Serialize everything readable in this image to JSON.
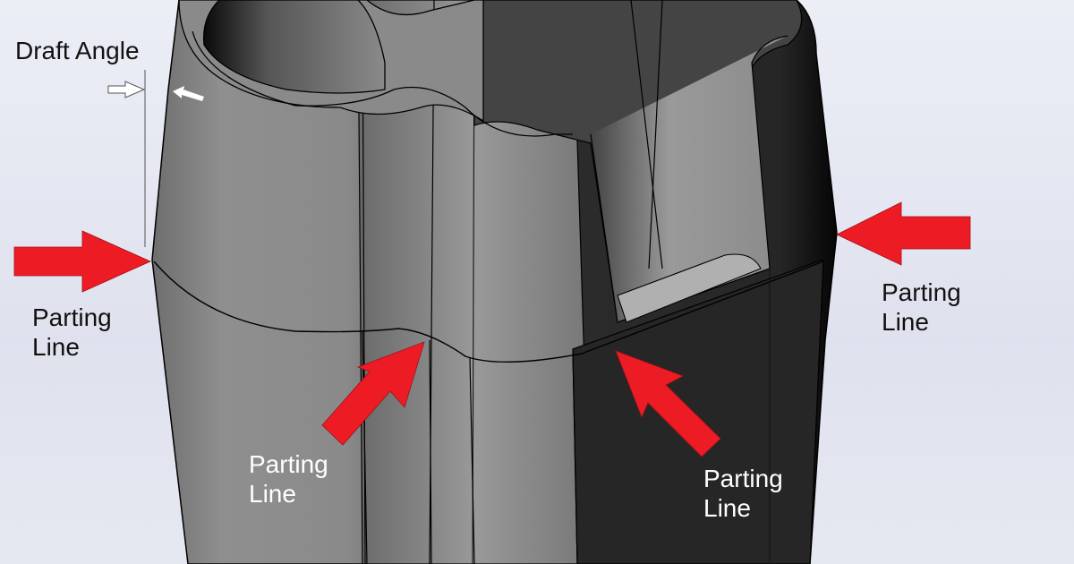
{
  "figure": {
    "subject": "Drafted molded part with parting line",
    "colors": {
      "background": "#e4e6f0",
      "arrow": "#ed1c24",
      "body_light": "#8a8a8a",
      "body_dark": "#2a2a2a",
      "edge": "#000000"
    }
  },
  "labels": {
    "draft_angle": "Draft Angle",
    "parting_left": {
      "line1": "Parting",
      "line2": "Line"
    },
    "parting_right": {
      "line1": "Parting",
      "line2": "Line"
    },
    "parting_center": {
      "line1": "Parting",
      "line2": "Line"
    },
    "parting_lower_right": {
      "line1": "Parting",
      "line2": "Line"
    }
  }
}
